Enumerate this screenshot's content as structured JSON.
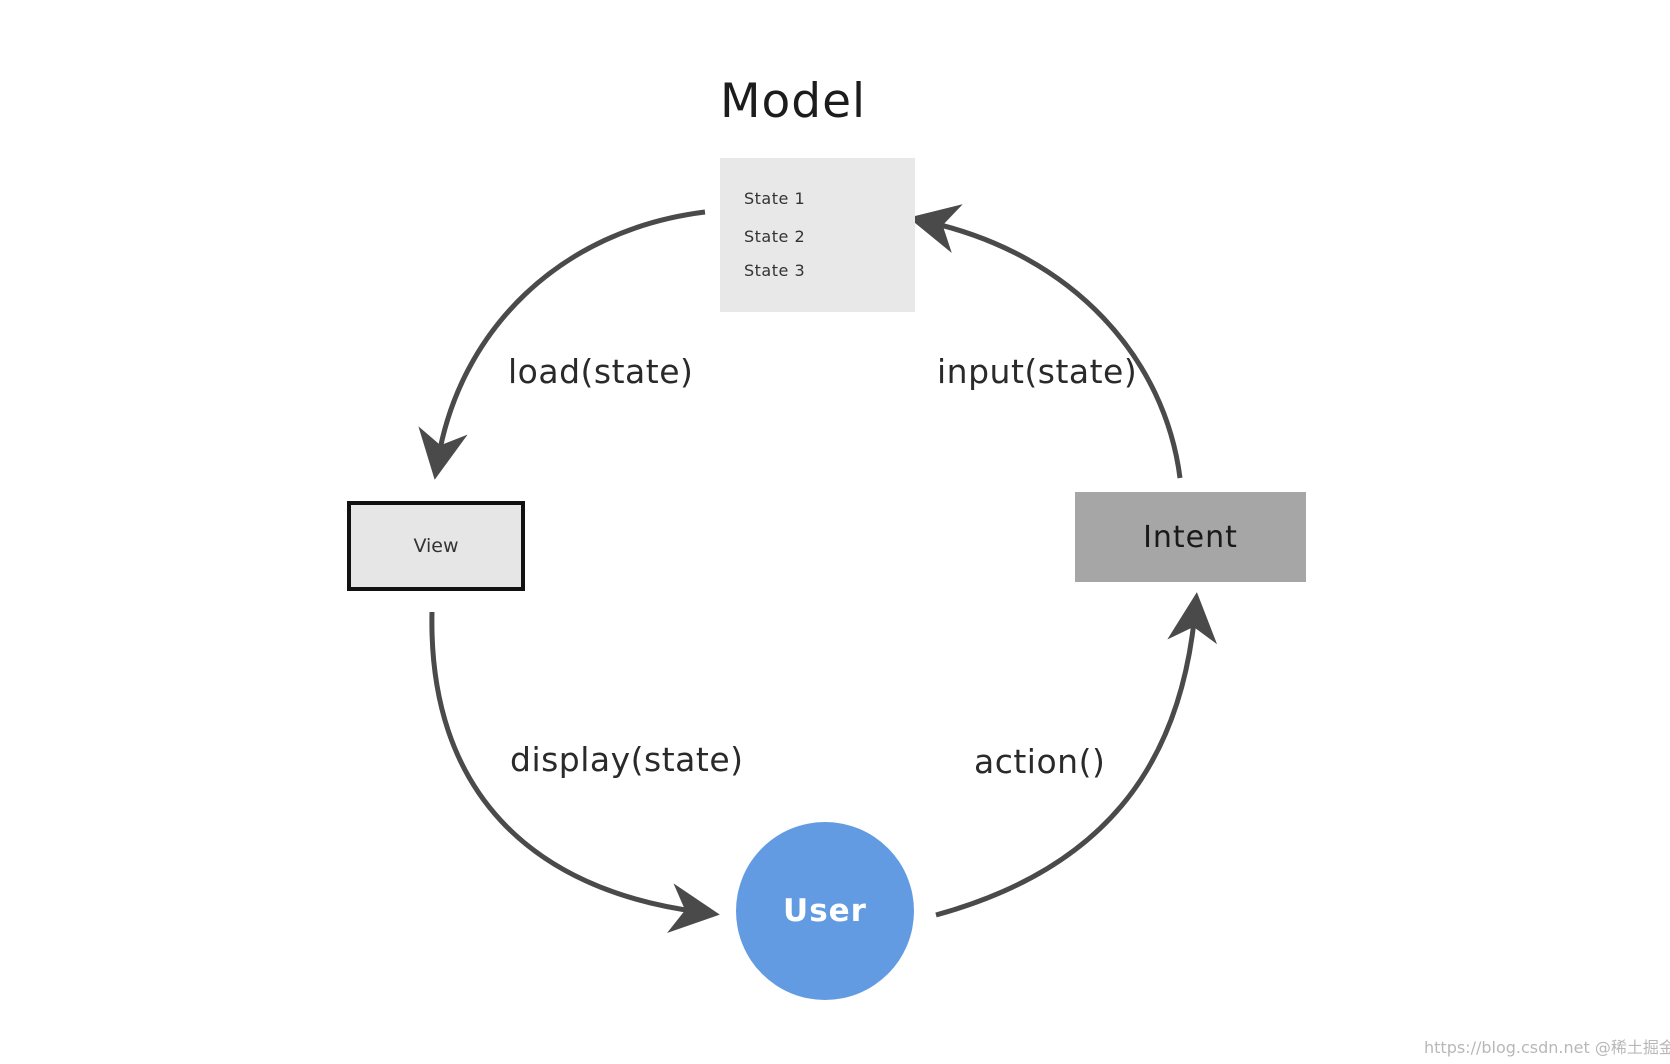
{
  "model": {
    "title": "Model",
    "states": [
      "State 1",
      "State 2",
      "State 3"
    ]
  },
  "nodes": {
    "view": "View",
    "intent": "Intent",
    "user": "User"
  },
  "edges": {
    "load": "load(state)",
    "input": "input(state)",
    "display": "display(state)",
    "action": "action()"
  },
  "watermark": "https://blog.csdn.net @稀土掘金技术社区",
  "colors": {
    "model_box": "#e8e8e8",
    "view_box": "#e6e6e6",
    "intent_box": "#a6a6a6",
    "user_circle": "#629be2",
    "arrow": "#4a4a4a"
  }
}
